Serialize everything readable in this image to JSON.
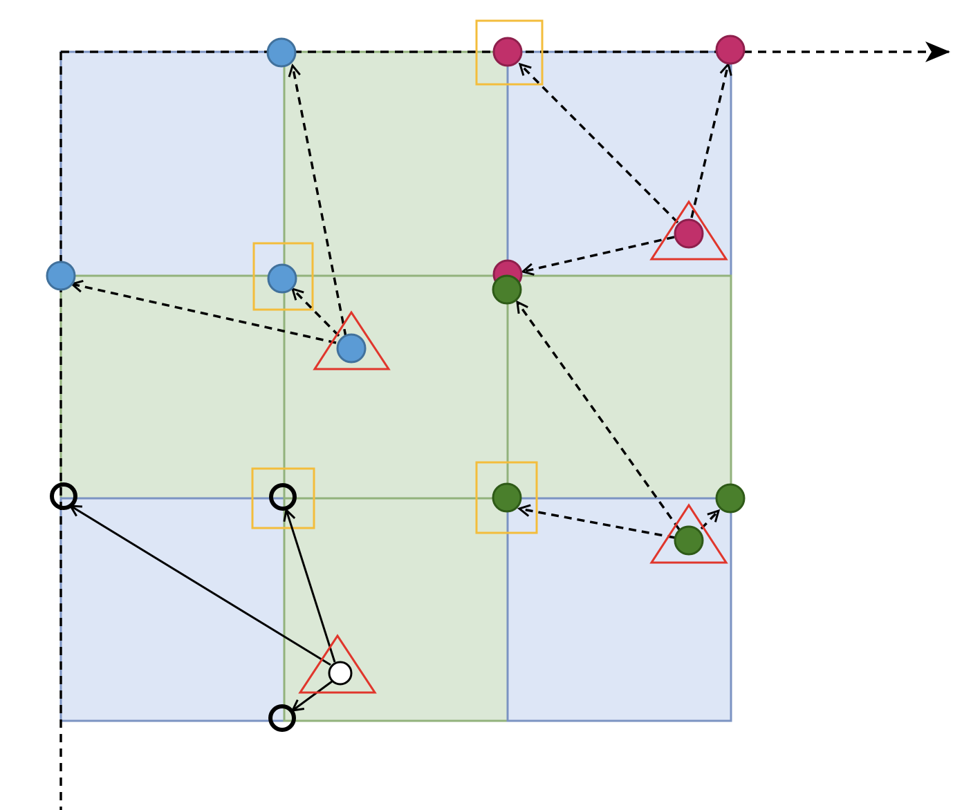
{
  "diagram": {
    "type": "grid-snapping-diagram",
    "grid": {
      "rows": 3,
      "cols": 3,
      "cell_colors": [
        [
          "blue",
          "green",
          "blue"
        ],
        [
          "green",
          "green",
          "green"
        ],
        [
          "blue",
          "green",
          "blue"
        ]
      ]
    },
    "colors": {
      "blue_fill": "#dde6f6",
      "blue_stroke": "#7b93c2",
      "green_fill": "#dbe8d6",
      "green_stroke": "#92b27c",
      "point_blue": "#5b9bd5",
      "point_blue_stroke": "#41719c",
      "point_magenta": "#c0306a",
      "point_magenta_stroke": "#8e1f4c",
      "point_green": "#4a7f2c",
      "point_green_stroke": "#2e5a17",
      "triangle": "#e0362c",
      "highlight_box": "#f3bd3c",
      "arrow": "#000000"
    },
    "groups": [
      {
        "name": "blue",
        "source": "blue-source",
        "targets": [
          "blue-target-top",
          "blue-target-left",
          "blue-target-mid"
        ],
        "line_style": "dashed",
        "highlighted_target": "blue-target-mid"
      },
      {
        "name": "magenta",
        "source": "magenta-source",
        "targets": [
          "magenta-target-top-mid",
          "magenta-target-top-right",
          "magenta-target-mid"
        ],
        "line_style": "dashed",
        "highlighted_target": "magenta-target-top-mid"
      },
      {
        "name": "green",
        "source": "green-source",
        "targets": [
          "green-target-upper",
          "green-target-mid",
          "green-target-right"
        ],
        "line_style": "dashed",
        "highlighted_target": "green-target-mid"
      },
      {
        "name": "hollow",
        "source": "hollow-source",
        "targets": [
          "hollow-target-left",
          "hollow-target-mid",
          "hollow-target-bottom"
        ],
        "line_style": "solid",
        "highlighted_target": "hollow-target-mid"
      }
    ],
    "axes": {
      "x_axis": "dashed-arrow-right",
      "y_axis": "dashed-line-down"
    }
  }
}
